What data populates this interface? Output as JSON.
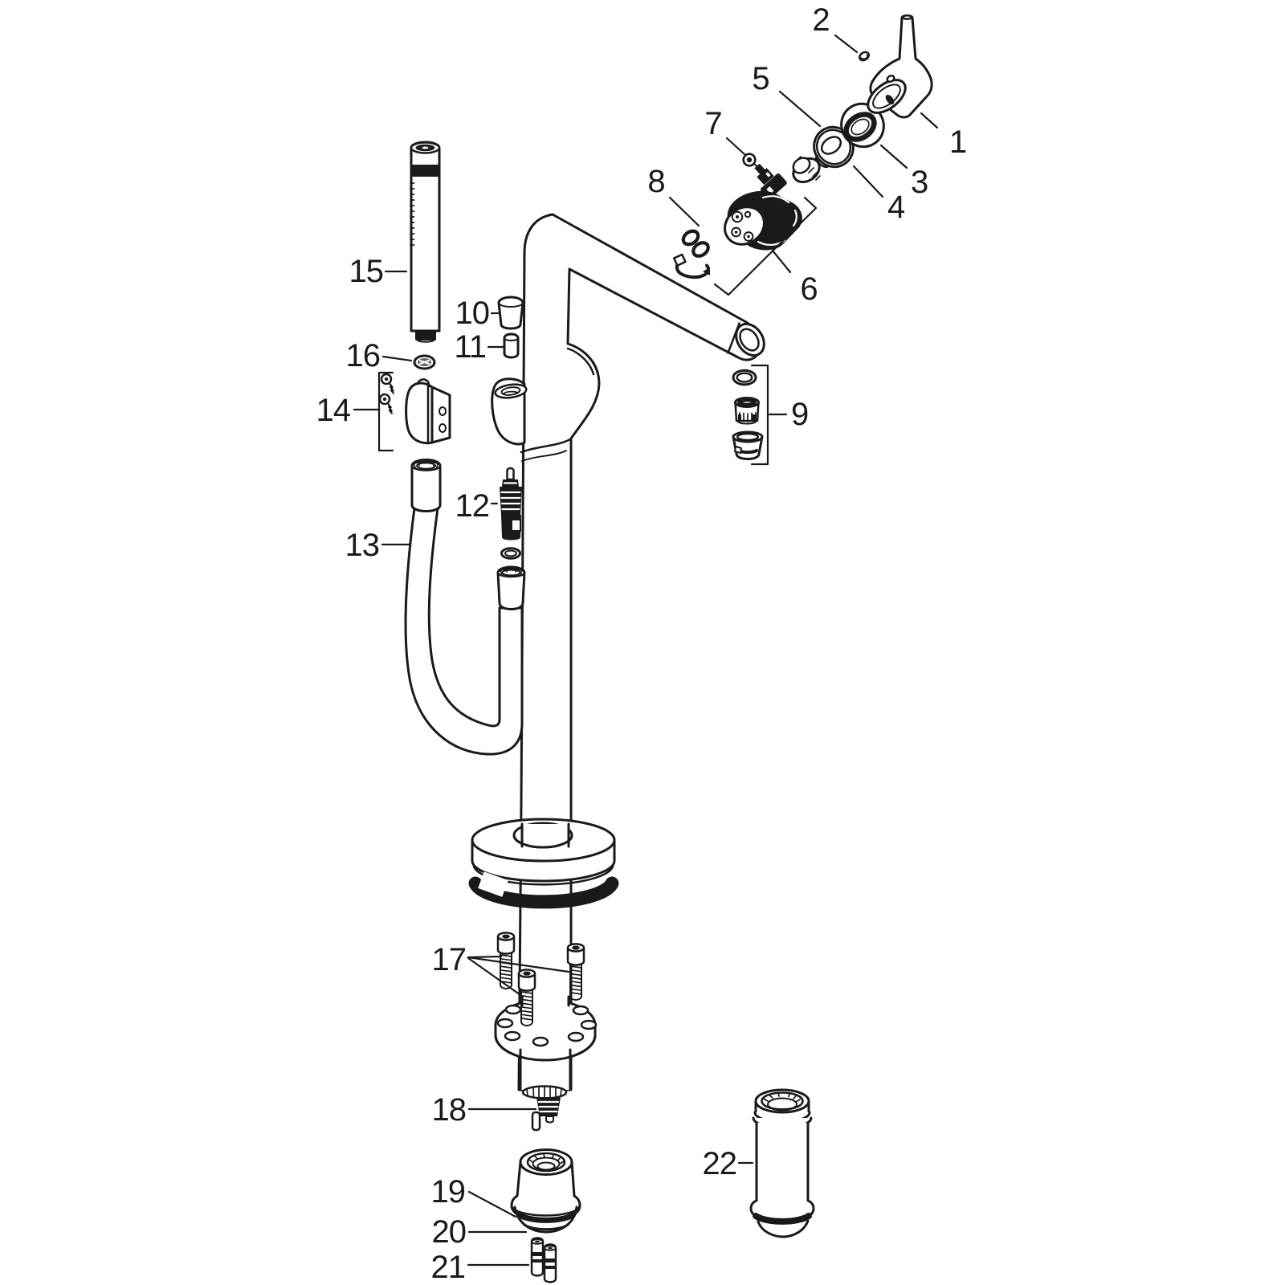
{
  "diagram": {
    "background_color": "#ffffff",
    "line_color": "#1a1a1a"
  },
  "callouts": {
    "c1": "1",
    "c2": "2",
    "c3": "3",
    "c4": "4",
    "c5": "5",
    "c6": "6",
    "c7": "7",
    "c8": "8",
    "c9": "9",
    "c10": "10",
    "c11": "11",
    "c12": "12",
    "c13": "13",
    "c14": "14",
    "c15": "15",
    "c16": "16",
    "c17": "17",
    "c18": "18",
    "c19": "19",
    "c20": "20",
    "c21": "21",
    "c22": "22"
  }
}
